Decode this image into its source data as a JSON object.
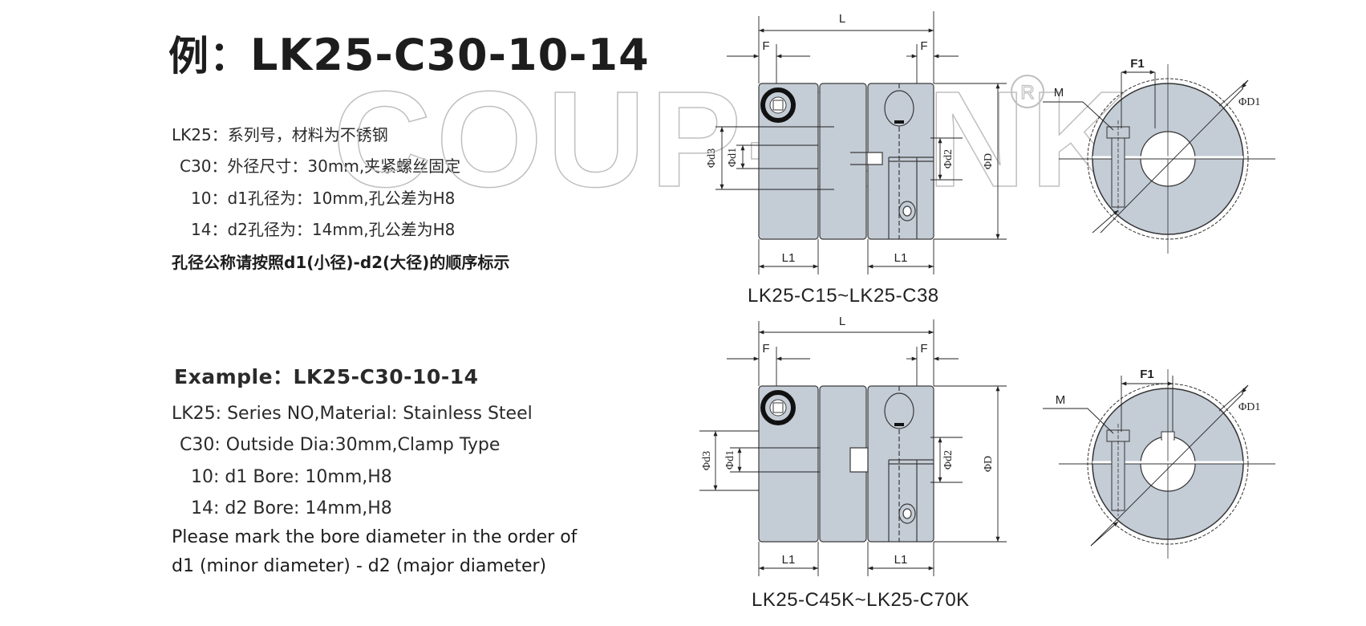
{
  "zh": {
    "title_prefix": "例：",
    "title_code": "LK25-C30-10-14",
    "lines": [
      "LK25：系列号，材料为不锈钢",
      "C30：外径尺寸：30mm,夹紧螺丝固定",
      "10：d1孔径为：10mm,孔公差为H8",
      "14：d2孔径为：14mm,孔公差为H8"
    ],
    "note": "孔径公称请按照d1(小径)-d2(大径)的顺序标示"
  },
  "en": {
    "title": "Example：LK25-C30-10-14",
    "lines": [
      "LK25: Series NO,Material: Stainless Steel",
      "C30: Outside Dia:30mm,Clamp Type",
      "10: d1 Bore: 10mm,H8",
      "14: d2 Bore: 14mm,H8"
    ],
    "note_1": "Please mark the bore diameter in the order of",
    "note_2": "d1 (minor diameter) - d2 (major diameter)"
  },
  "watermark": "COUP-LINK",
  "registered_mark": "R",
  "captions": {
    "top": "LK25-C15~LK25-C38",
    "bottom": "LK25-C45K~LK25-C70K"
  },
  "dims": {
    "L": "L",
    "F": "F",
    "L1": "L1",
    "F1": "F1",
    "M": "M",
    "D": "ΦD",
    "D1": "ΦD1",
    "d1": "Φd1",
    "d2": "Φd2",
    "d3": "Φd3"
  },
  "colors": {
    "part_fill": "#c4ccd6",
    "part_stroke": "#3a3a3a",
    "watermark": "#bfbfbf"
  }
}
